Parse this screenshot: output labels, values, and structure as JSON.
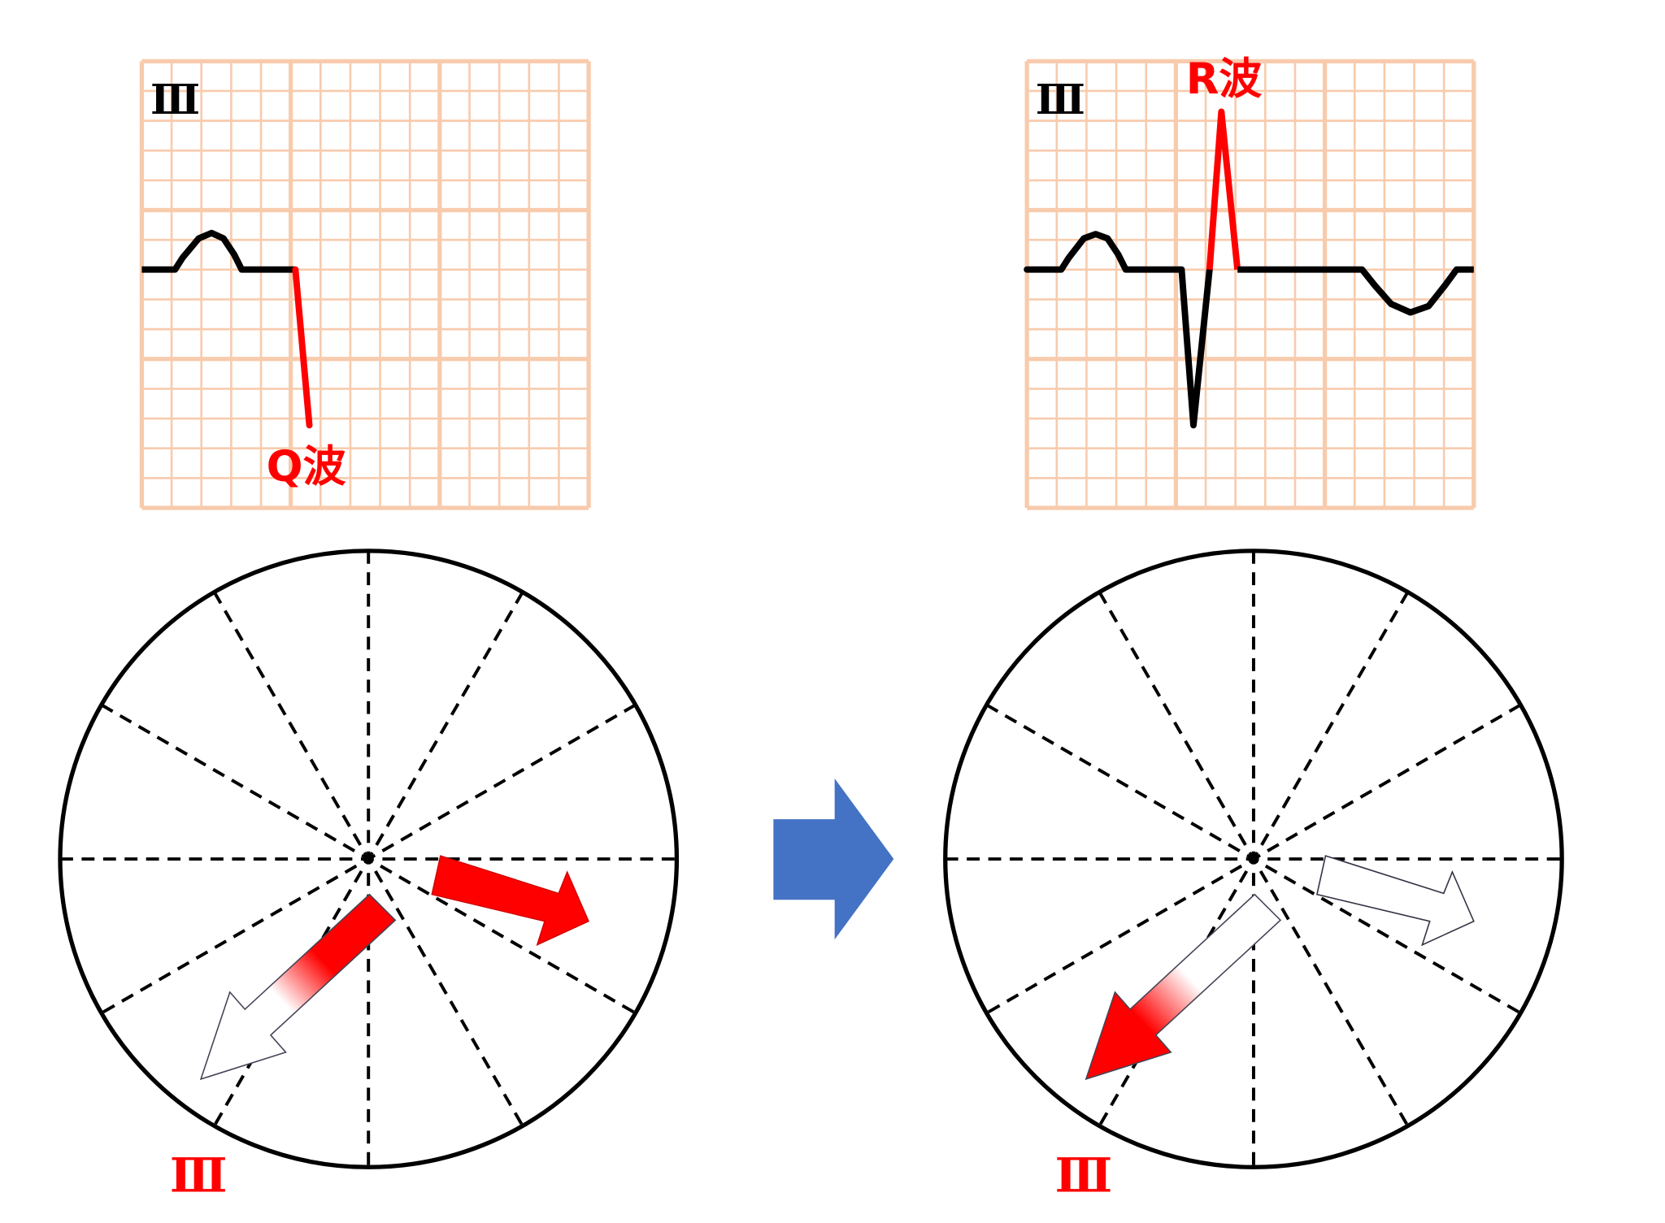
{
  "left_panel": {
    "lead_label": "Ⅲ",
    "wave_label": "Q波",
    "axis_label": "Ⅲ"
  },
  "right_panel": {
    "lead_label": "Ⅲ",
    "wave_label": "R波",
    "axis_label": "Ⅲ"
  },
  "colors": {
    "grid": "#f8cbad",
    "trace": "#000000",
    "highlight": "#ff0000",
    "transition_arrow": "#4472c4",
    "aorta": "#ff6f6a",
    "pulmonary": "#d9d9fb",
    "chamber_right": "#deeaf6",
    "chamber_left": "#fbe5d6",
    "myocardium": "#f4cbaa",
    "fat": "#c55a11"
  }
}
